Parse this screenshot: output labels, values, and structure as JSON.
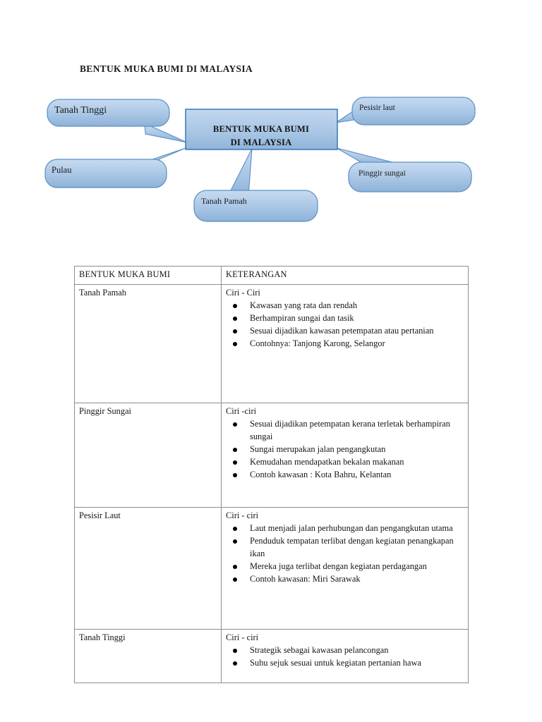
{
  "document": {
    "title": "BENTUK MUKA BUMI DI MALAYSIA"
  },
  "diagram": {
    "center": {
      "line1": "BENTUK MUKA BUMI",
      "line2": "DI MALAYSIA"
    },
    "callouts": [
      {
        "id": "tanah-tinggi",
        "label": "Tanah Tinggi"
      },
      {
        "id": "pulau",
        "label": "Pulau"
      },
      {
        "id": "tanah-pamah",
        "label": "Tanah Pamah"
      },
      {
        "id": "pesisir-laut",
        "label": "Pesisir laut"
      },
      {
        "id": "pinggir-sungai",
        "label": "Pinggir sungai"
      }
    ],
    "colors": {
      "fill_top": "#c3d7ef",
      "fill_bottom": "#8fb4d8",
      "border": "#5b8fc4",
      "center_border": "#3f7ebf"
    }
  },
  "table": {
    "headers": [
      "BENTUK MUKA BUMI",
      "KETERANGAN"
    ],
    "rows": [
      {
        "form": "Tanah Pamah",
        "ciri_heading": "Ciri - Ciri",
        "items": [
          "Kawasan yang rata dan rendah",
          "Berhampiran sungai dan tasik",
          "Sesuai dijadikan kawasan petempatan atau pertanian",
          "Contohnya: Tanjong Karong, Selangor"
        ]
      },
      {
        "form": "Pinggir Sungai",
        "ciri_heading": "Ciri -ciri",
        "items": [
          "Sesuai dijadikan petempatan kerana terletak berhampiran sungai",
          "Sungai merupakan jalan pengangkutan",
          "Kemudahan mendapatkan bekalan makanan",
          "Contoh kawasan : Kota Bahru, Kelantan"
        ]
      },
      {
        "form": "Pesisir Laut",
        "ciri_heading": "Ciri - ciri",
        "items": [
          "Laut menjadi jalan perhubungan dan pengangkutan utama",
          "Penduduk tempatan terlibat dengan kegiatan penangkapan ikan",
          "Mereka juga terlibat dengan kegiatan perdagangan",
          "Contoh kawasan: Miri Sarawak"
        ]
      },
      {
        "form": "Tanah Tinggi",
        "ciri_heading": "Ciri - ciri",
        "items": [
          "Strategik sebagai kawasan pelancongan",
          "Suhu sejuk sesuai untuk kegiatan pertanian hawa"
        ]
      }
    ]
  }
}
